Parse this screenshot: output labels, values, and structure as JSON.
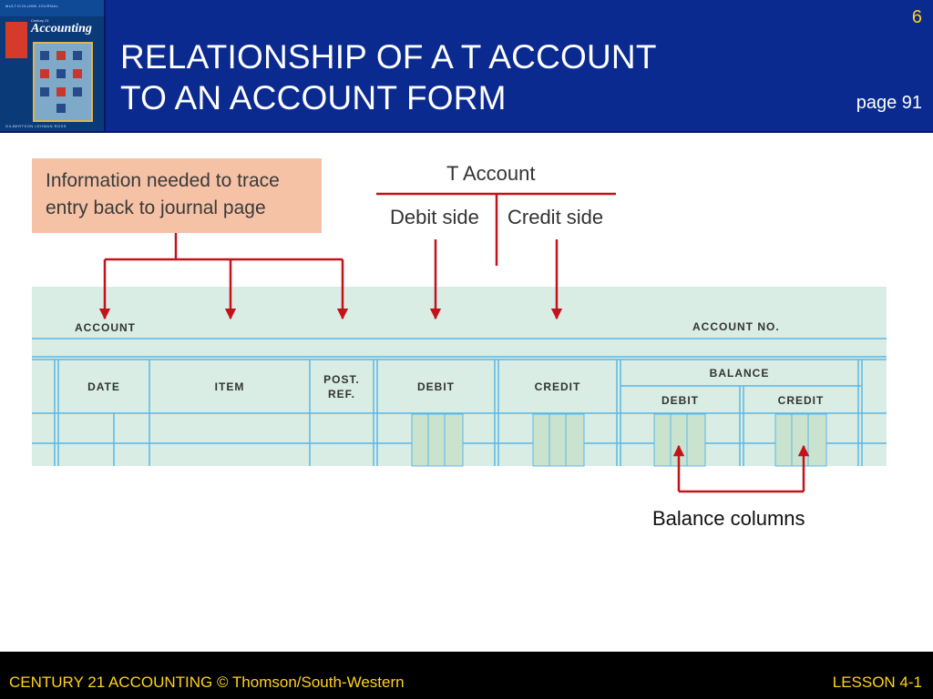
{
  "header": {
    "title_line1": "RELATIONSHIP OF A T ACCOUNT",
    "title_line2": "TO AN ACCOUNT FORM",
    "slide_number": "6",
    "page_reference": "page 91",
    "cover": {
      "logo_text": "Accounting",
      "series_text": "Century 21",
      "top_text": "MULTICOLUMN JOURNAL",
      "authors_text": "GILBERTSON  LEHMAN  ROSS"
    }
  },
  "callout": {
    "line1": "Information needed to trace",
    "line2": "entry back to journal page"
  },
  "t_account": {
    "title": "T Account",
    "debit_side": "Debit side",
    "credit_side": "Credit side"
  },
  "account_form": {
    "account_label": "ACCOUNT",
    "account_no_label": "ACCOUNT NO.",
    "date": "DATE",
    "item": "ITEM",
    "post_ref_line1": "POST.",
    "post_ref_line2": "REF.",
    "debit": "DEBIT",
    "credit": "CREDIT",
    "balance": "BALANCE",
    "balance_debit": "DEBIT",
    "balance_credit": "CREDIT"
  },
  "annotation": {
    "balance_columns": "Balance columns"
  },
  "footer": {
    "left": "CENTURY 21 ACCOUNTING © Thomson/South-Western",
    "right": "LESSON  4-1"
  },
  "colors": {
    "header_bg": "#0b2a8f",
    "title_text": "#ffffff",
    "accent_yellow": "#ffd21a",
    "callout_bg": "#f6c2a6",
    "form_bg": "#d9ede4",
    "form_lines": "#5bb7e6",
    "arrow_red": "#c4121b"
  }
}
